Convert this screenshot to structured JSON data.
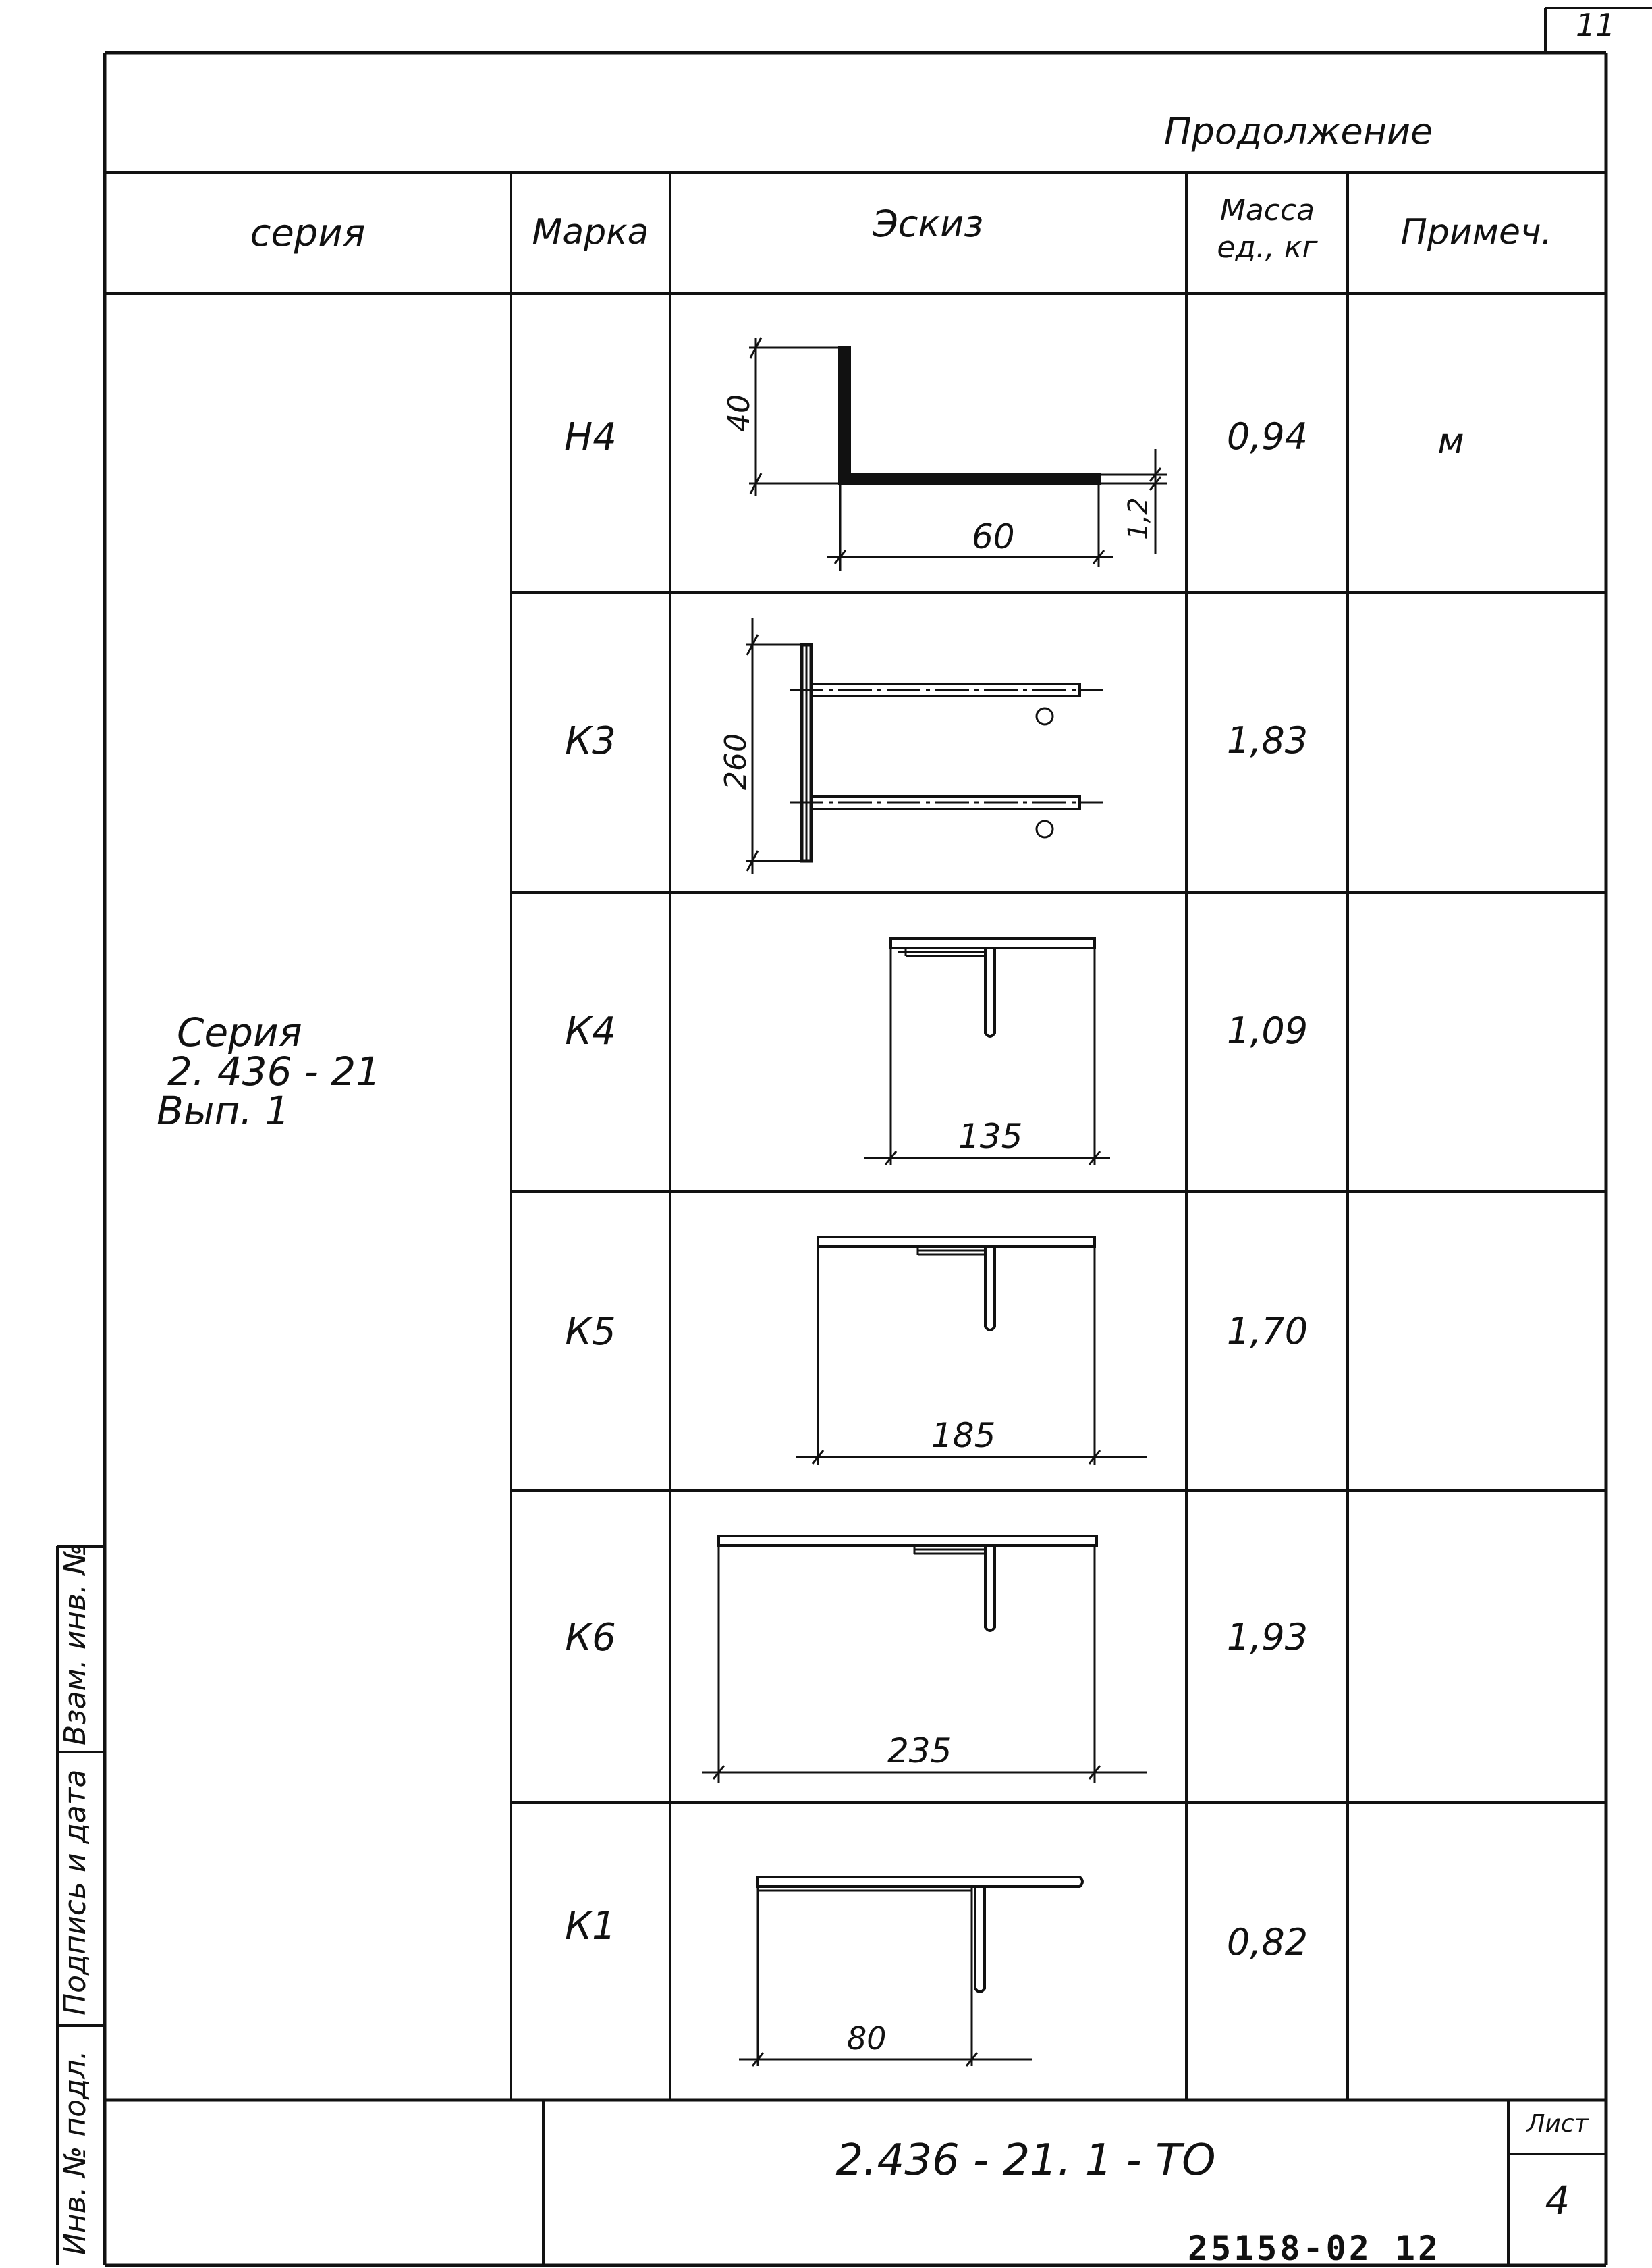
{
  "page_number": "11",
  "continuation": "Продолжение",
  "table": {
    "headers": {
      "series": "серия",
      "mark": "Марка",
      "sketch": "Эскиз",
      "mass_line1": "Масса",
      "mass_line2": "ед., кг",
      "note": "Примеч."
    },
    "series_label": [
      "Серия",
      "2. 436 - 21",
      "Вып. 1"
    ],
    "rows": [
      {
        "mark": "Н4",
        "mass": "0,94",
        "note": "м",
        "dims": [
          "40",
          "60",
          "1,2"
        ]
      },
      {
        "mark": "К3",
        "mass": "1,83",
        "note": "",
        "dims": [
          "260"
        ]
      },
      {
        "mark": "К4",
        "mass": "1,09",
        "note": "",
        "dims": [
          "135"
        ]
      },
      {
        "mark": "К5",
        "mass": "1,70",
        "note": "",
        "dims": [
          "185"
        ]
      },
      {
        "mark": "К6",
        "mass": "1,93",
        "note": "",
        "dims": [
          "235"
        ]
      },
      {
        "mark": "К1",
        "mass": "0,82",
        "note": "",
        "dims": [
          "80"
        ]
      }
    ]
  },
  "title_block": {
    "document_code": "2.436 - 21. 1 - ТО",
    "sheet_label": "Лист",
    "sheet_number": "4"
  },
  "side_stamp": {
    "cells": [
      "Инв. № подл.",
      "Подпись и дата",
      "Взам. инв. №"
    ]
  },
  "archive_number": "25158-02 12"
}
